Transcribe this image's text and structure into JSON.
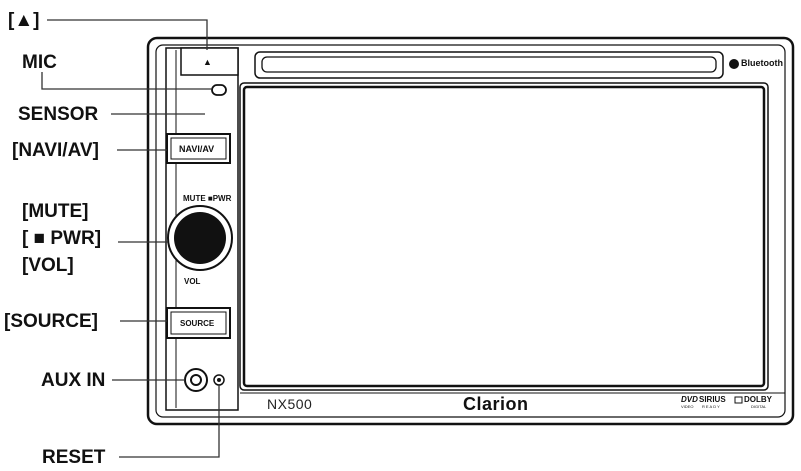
{
  "callouts": {
    "eject": "[▲]",
    "mic": "MIC",
    "sensor": "SENSOR",
    "navi_av": "[NAVI/AV]",
    "mute": "[MUTE]",
    "pwr": "[ ■ PWR]",
    "vol": "[VOL]",
    "source": "[SOURCE]",
    "aux_in": "AUX IN",
    "reset": "RESET"
  },
  "panel": {
    "eject_symbol": "▲",
    "navi_av_button": "NAVI/AV",
    "mute_pwr_label": "MUTE ■PWR",
    "vol_label": "VOL",
    "source_button": "SOURCE",
    "model": "NX500",
    "brand": "Clarion",
    "bluetooth_badge": "Bluetooth",
    "dvd_logo": "DVD",
    "dvd_sub": "VIDEO",
    "sirius_logo": "SIRIUS",
    "sirius_sub": "READY",
    "dolby_logo": "DOLBY",
    "dolby_sub": "DIGITAL"
  }
}
